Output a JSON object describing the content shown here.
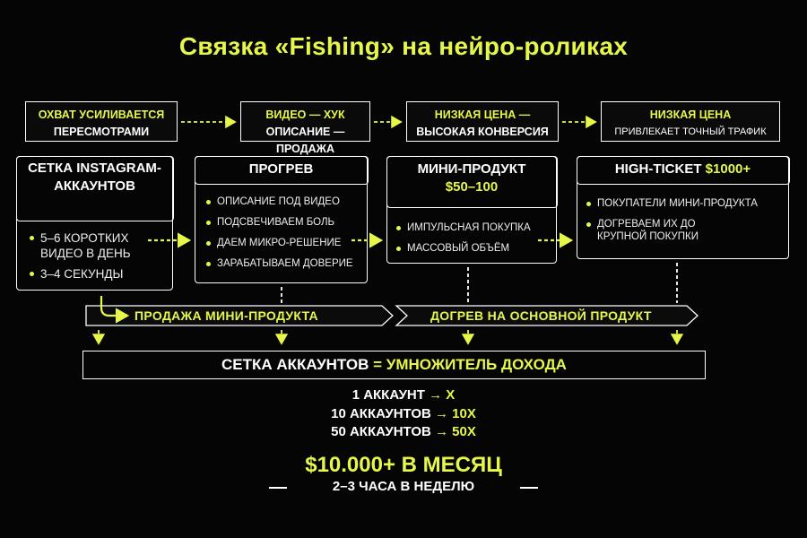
{
  "title": "Связка «Fishing» на нейро-роликах",
  "top_boxes": [
    {
      "line1": "Охват усиливается",
      "line2": "пересмотрами"
    },
    {
      "line1": "Видео — хук",
      "line2": "описание — продажа"
    },
    {
      "line1": "Низкая цена —",
      "line2": "высокая конверсия"
    },
    {
      "line1": "Низкая цена",
      "line2": "привлекает точный трафик"
    }
  ],
  "cards": [
    {
      "title": "Сетка Instagram-аккаунтов",
      "bullets": [
        "5–6 коротких видео в день",
        "3–4 секунды"
      ]
    },
    {
      "title": "Прогрев",
      "bullets": [
        "Описание под видео",
        "Подсвечиваем боль",
        "Даем микро-решение",
        "Зарабатываем доверие"
      ]
    },
    {
      "title_line1": "Мини-продукт",
      "title_line2": "$50–100",
      "bullets": [
        "Импульсная покупка",
        "Массовый объём"
      ]
    },
    {
      "title_main": "High-Ticket",
      "title_price": "$1000+",
      "bullets": [
        "Покупатели мини-продукта",
        "Догреваем их до крупной покупки"
      ]
    }
  ],
  "band": {
    "left": "Продажа мини-продукта",
    "right": "Догрев на основной продукт"
  },
  "multiplier": {
    "white": "Сетка аккаунтов",
    "eq": "=",
    "yellow": "Умножитель дохода"
  },
  "stats": [
    {
      "label": "1 аккаунт",
      "arrow": "→",
      "value": "X"
    },
    {
      "label": "10 аккаунтов",
      "arrow": "→",
      "value": "10X"
    },
    {
      "label": "50 аккаунтов",
      "arrow": "→",
      "value": "50X"
    }
  ],
  "income": "$10.000+ в месяц",
  "hours": "2–3 часа в неделю",
  "colors": {
    "accent": "#e7f74a",
    "background": "#050505",
    "border": "#ffffff"
  }
}
